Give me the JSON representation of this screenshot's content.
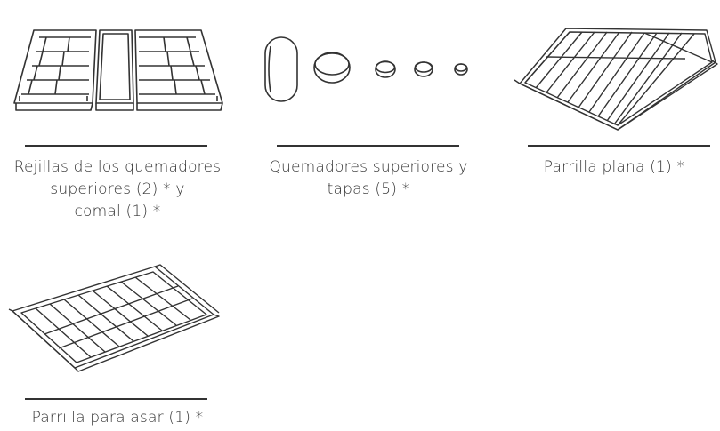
{
  "items": [
    {
      "id": "grates",
      "icon": "burner-grates-and-griddle-icon",
      "caption_lines": [
        "Rejillas de los quemadores",
        "superiores (2) * y",
        "comal  (1) *"
      ]
    },
    {
      "id": "burners",
      "icon": "burner-heads-and-caps-icon",
      "caption_lines": [
        "Quemadores superiores y",
        "tapas (5) *"
      ]
    },
    {
      "id": "flat-rack",
      "icon": "flat-oven-rack-icon",
      "caption_lines": [
        "Parrilla plana (1) *"
      ]
    },
    {
      "id": "broil-rack",
      "icon": "broil-rack-icon",
      "caption_lines": [
        "Parrilla para asar (1) *"
      ]
    }
  ]
}
